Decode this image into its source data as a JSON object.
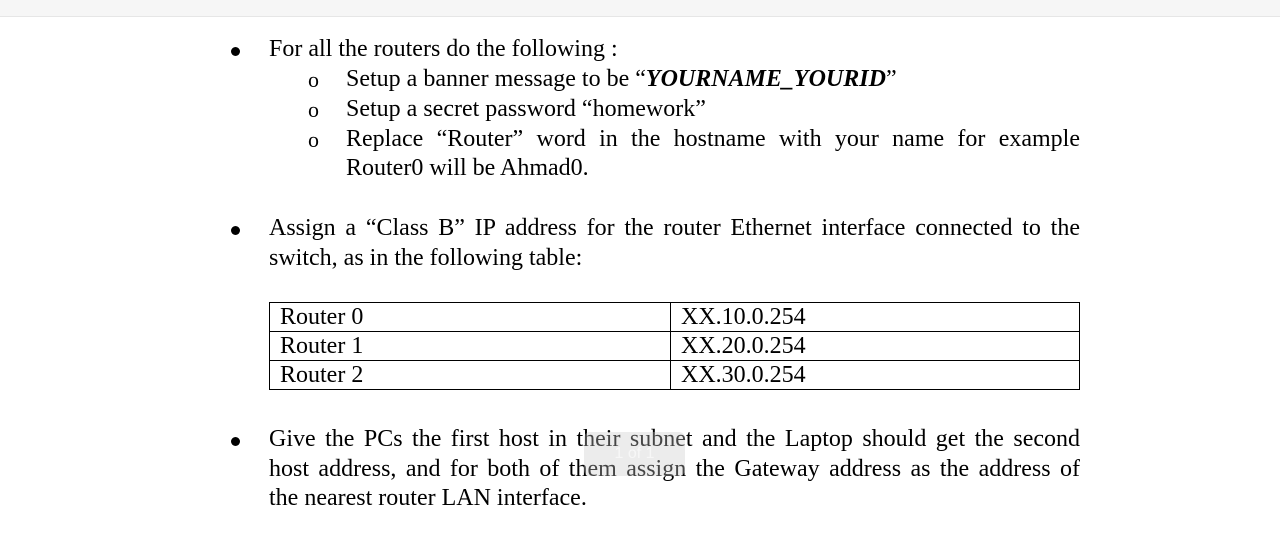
{
  "section1": {
    "heading": "For all the routers do the following :",
    "sub_marker": "o",
    "sub1_prefix": "Setup a banner message to be “",
    "sub1_emph": "YOURNAME_YOURID",
    "sub1_suffix": "”",
    "sub2": "Setup a secret password “homework”",
    "sub3_line1": "Replace “Router” word in the hostname with your name for example",
    "sub3_line2": "Router0 will be Ahmad0."
  },
  "section2": {
    "line1": "Assign a “Class B” IP address for the router Ethernet interface connected to the",
    "line2": "switch, as in the following table:"
  },
  "table": {
    "rows": [
      {
        "router": "Router 0",
        "address": "XX.10.0.254"
      },
      {
        "router": "Router 1",
        "address": "XX.20.0.254"
      },
      {
        "router": "Router 2",
        "address": "XX.30.0.254"
      }
    ]
  },
  "section3": {
    "line1": "Give the PCs the first host in their subnet and the Laptop should get the second",
    "line2": "host address, and for both of them assign the Gateway address as the address of",
    "line3": "the nearest router LAN interface."
  },
  "viewer": {
    "page_indicator": "1 of 1"
  }
}
